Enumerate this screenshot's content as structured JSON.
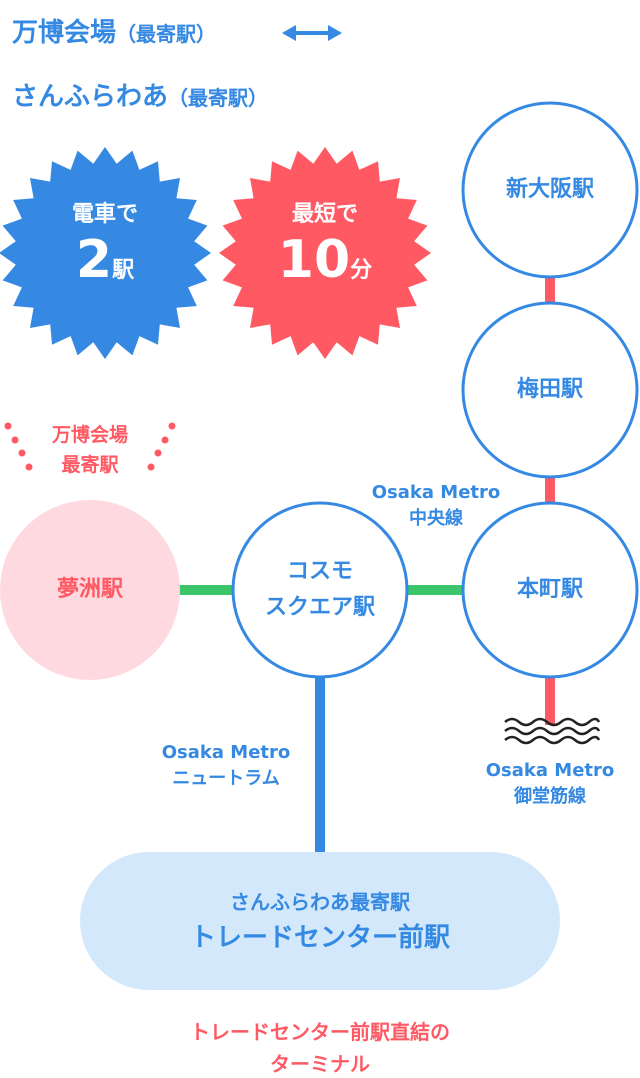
{
  "header": {
    "line1": "万博会場",
    "line1_suffix": "（最寄駅）",
    "line2": "さんふらわあ",
    "line2_suffix": "（最寄駅）"
  },
  "badges": [
    {
      "top": "電車で",
      "number": "2",
      "unit": "駅"
    },
    {
      "top": "最短で",
      "number": "10",
      "unit": "分"
    }
  ],
  "expo_label": {
    "line1": "万博会場",
    "line2": "最寄駅"
  },
  "stations": {
    "shin_osaka": "新大阪駅",
    "umeda": "梅田駅",
    "honmachi": "本町駅",
    "cosmo_line1": "コスモ",
    "cosmo_line2": "スクエア駅",
    "yumeshima": "夢洲駅"
  },
  "lines": {
    "chuo": {
      "l1": "Osaka Metro",
      "l2": "中央線"
    },
    "newtram": {
      "l1": "Osaka Metro",
      "l2": "ニュートラム"
    },
    "midosuji": {
      "l1": "Osaka Metro",
      "l2": "御堂筋線"
    }
  },
  "terminal": {
    "sub": "さんふらわあ最寄駅",
    "name": "トレードセンター前駅"
  },
  "footer": {
    "line1": "トレードセンター前駅直結の",
    "line2": "ターミナル"
  },
  "colors": {
    "blue": "#3589e3",
    "red": "#ff5a64",
    "green": "#3cc56a",
    "pink": "#ffd9e0",
    "pill": "#d3e9fb"
  }
}
